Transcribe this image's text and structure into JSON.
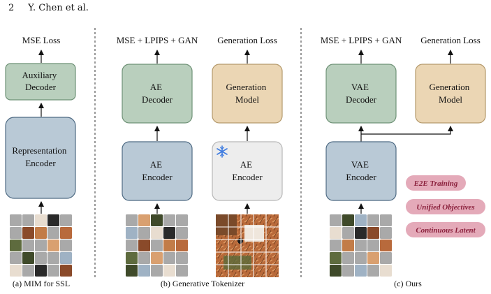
{
  "header": {
    "page_number": "2",
    "authors": "Y. Chen et al."
  },
  "panels": {
    "a": {
      "loss": "MSE Loss",
      "decoder": [
        "Auxiliary",
        "Decoder"
      ],
      "encoder": [
        "Representation",
        "Encoder"
      ],
      "caption": "(a) MIM for SSL"
    },
    "b": {
      "loss_left": "MSE + LPIPS + GAN",
      "loss_right": "Generation Loss",
      "decoder": [
        "AE",
        "Decoder"
      ],
      "generator": [
        "Generation",
        "Model"
      ],
      "encoder": [
        "AE",
        "Encoder"
      ],
      "frozen_encoder": [
        "AE",
        "Encoder"
      ],
      "frozen_icon": "snowflake-icon",
      "caption": "(b) Generative Tokenizer"
    },
    "c": {
      "loss_left": "MSE + LPIPS + GAN",
      "loss_right": "Generation Loss",
      "decoder": [
        "VAE",
        "Decoder"
      ],
      "generator": [
        "Generation",
        "Model"
      ],
      "encoder": [
        "VAE",
        "Encoder"
      ],
      "badges": [
        "E2E Training",
        "Unified Objectives",
        "Continuous Latent"
      ],
      "caption": "(c) Ours"
    }
  },
  "colors": {
    "decoder_fill": "#b9cfbd",
    "decoder_stroke": "#6f9277",
    "encoder_fill": "#b9c9d6",
    "encoder_stroke": "#4f6b84",
    "generator_fill": "#ebd6b4",
    "generator_stroke": "#b59a6c",
    "frozen_fill": "#ededed",
    "frozen_stroke": "#b8b8b8",
    "badge_fill": "#e4aab9",
    "badge_text": "#8a1f3b"
  }
}
